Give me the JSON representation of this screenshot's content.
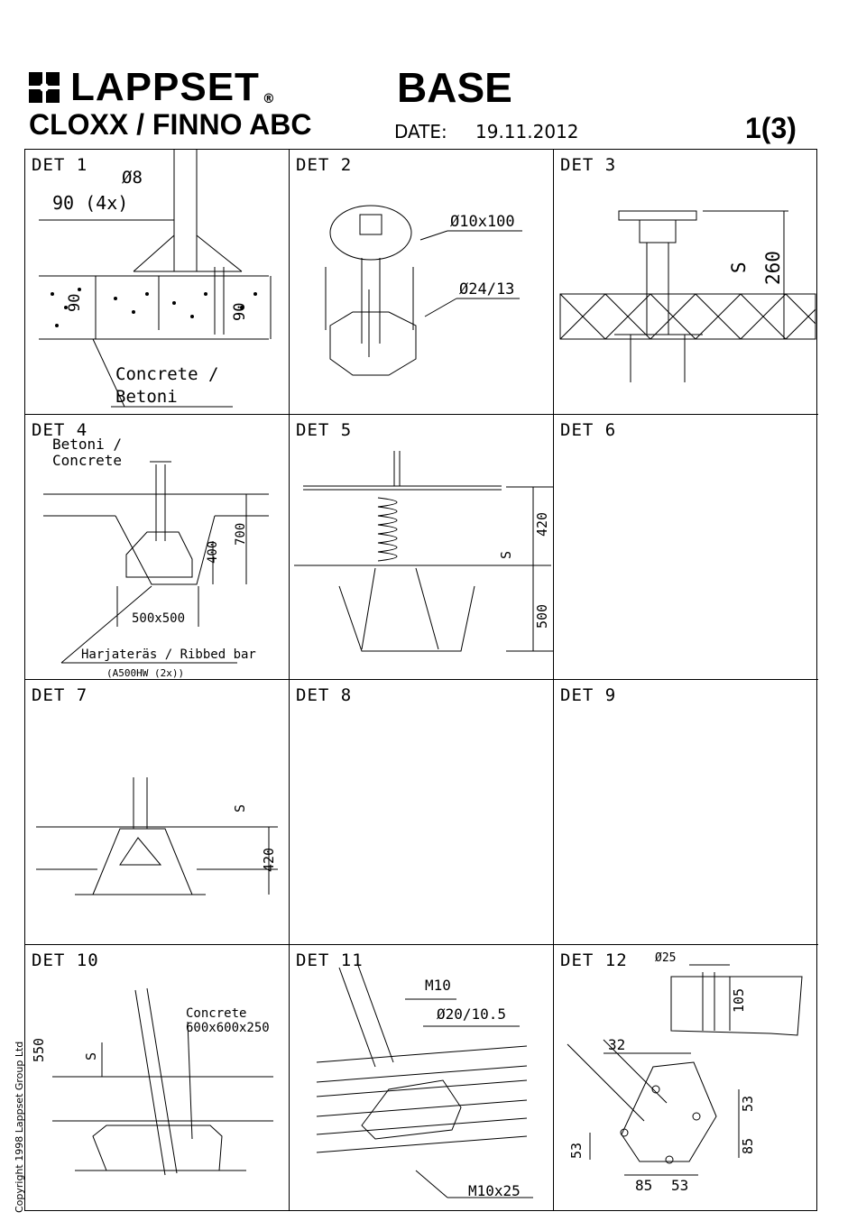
{
  "header": {
    "brand": "LAPPSET",
    "registered": "®",
    "title": "BASE",
    "product": "CLOXX / FINNO ABC",
    "date_label": "DATE:",
    "date": "19.11.2012",
    "page": "1(3)"
  },
  "details": [
    {
      "label": "DET 1",
      "notes": [
        "Ø8",
        "90 (4x)",
        "Concrete /",
        "Betoni",
        "90",
        "90"
      ]
    },
    {
      "label": "DET 2",
      "notes": [
        "Ø10x100",
        "Ø24/13"
      ]
    },
    {
      "label": "DET 3",
      "notes": [
        "260",
        "S"
      ]
    },
    {
      "label": "DET 4",
      "notes": [
        "Betoni /",
        "Concrete",
        "700",
        "400",
        "500x500",
        "Harjateräs / Ribbed bar",
        "(A500HW (2x))"
      ]
    },
    {
      "label": "DET 5",
      "notes": [
        "420",
        "S",
        "500"
      ]
    },
    {
      "label": "DET 6",
      "notes": []
    },
    {
      "label": "DET 7",
      "notes": [
        "S",
        "420"
      ]
    },
    {
      "label": "DET 8",
      "notes": []
    },
    {
      "label": "DET 9",
      "notes": []
    },
    {
      "label": "DET 10",
      "notes": [
        "Concrete",
        "600x600x250",
        "550",
        "S"
      ]
    },
    {
      "label": "DET 11",
      "notes": [
        "M10",
        "Ø20/10.5",
        "M10x25"
      ]
    },
    {
      "label": "DET 12",
      "notes": [
        "Ø25",
        "105",
        "32",
        "53",
        "85",
        "53",
        "85",
        "53"
      ]
    }
  ],
  "copyright": "Copyright 1998 Lappset Group Ltd"
}
